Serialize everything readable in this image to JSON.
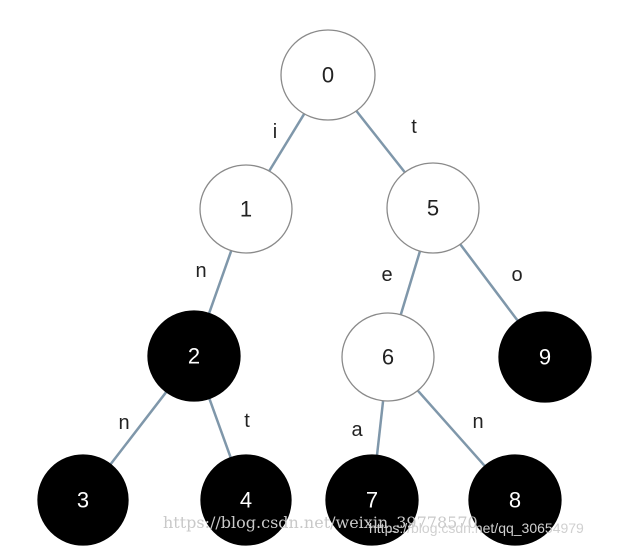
{
  "diagram": {
    "nodes": [
      {
        "id": "0",
        "label": "0",
        "filled": false
      },
      {
        "id": "1",
        "label": "1",
        "filled": false
      },
      {
        "id": "5",
        "label": "5",
        "filled": false
      },
      {
        "id": "2",
        "label": "2",
        "filled": true
      },
      {
        "id": "6",
        "label": "6",
        "filled": false
      },
      {
        "id": "9",
        "label": "9",
        "filled": true
      },
      {
        "id": "3",
        "label": "3",
        "filled": true
      },
      {
        "id": "4",
        "label": "4",
        "filled": true
      },
      {
        "id": "7",
        "label": "7",
        "filled": true
      },
      {
        "id": "8",
        "label": "8",
        "filled": true
      }
    ],
    "edges": [
      {
        "from": "0",
        "to": "1",
        "label": "i"
      },
      {
        "from": "0",
        "to": "5",
        "label": "t"
      },
      {
        "from": "1",
        "to": "2",
        "label": "n"
      },
      {
        "from": "5",
        "to": "6",
        "label": "e"
      },
      {
        "from": "5",
        "to": "9",
        "label": "o"
      },
      {
        "from": "2",
        "to": "3",
        "label": "n"
      },
      {
        "from": "2",
        "to": "4",
        "label": "t"
      },
      {
        "from": "6",
        "to": "7",
        "label": "a"
      },
      {
        "from": "6",
        "to": "8",
        "label": "n"
      }
    ],
    "colors": {
      "edge": "#7f97aa",
      "node_stroke": "#8a8a8a",
      "empty_fill": "#ffffff",
      "filled_fill": "#000000",
      "label_dark": "#222222",
      "label_light": "#ffffff"
    }
  },
  "watermark": {
    "primary": "https://blog.csdn.net/weixin_39778570",
    "secondary": "https://blog.csdn.net/qq_30654979"
  }
}
